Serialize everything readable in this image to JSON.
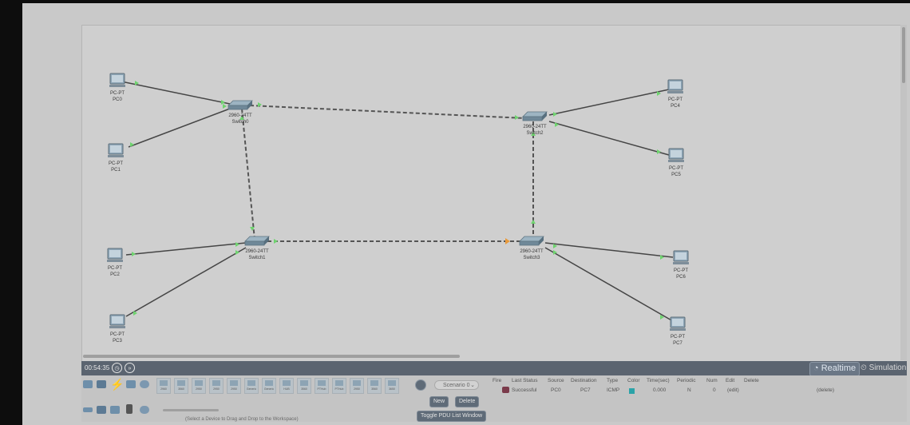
{
  "devices": {
    "pc0": {
      "model": "PC-PT",
      "name": "PC0"
    },
    "pc1": {
      "model": "PC-PT",
      "name": "PC1"
    },
    "pc2": {
      "model": "PC-PT",
      "name": "PC2"
    },
    "pc3": {
      "model": "PC-PT",
      "name": "PC3"
    },
    "pc4": {
      "model": "PC-PT",
      "name": "PC4"
    },
    "pc5": {
      "model": "PC-PT",
      "name": "PC5"
    },
    "pc6": {
      "model": "PC-PT",
      "name": "PC6"
    },
    "pc7": {
      "model": "PC-PT",
      "name": "PC7"
    },
    "switch0": {
      "model": "2960-24TT",
      "name": "Switch0"
    },
    "switch1": {
      "model": "2960-24TT",
      "name": "Switch1"
    },
    "switch2": {
      "model": "2960-24TT",
      "name": "Switch2"
    },
    "switch3": {
      "model": "2960-24TT",
      "name": "Switch3"
    }
  },
  "timebar": {
    "clock": "00:54:35",
    "realtime_label": "Realtime",
    "simulation_label": "Simulation"
  },
  "palette": {
    "status_hint": "(Select a Device to Drag and Drop to the Workspace)",
    "device_tiles": [
      "2960",
      "3560",
      "2950",
      "2950",
      "2950",
      "Generic",
      "Generic",
      "HUB",
      "3560",
      "PTHub",
      "PTHub",
      "2950",
      "3560",
      "3650"
    ]
  },
  "scenario": {
    "selected": "Scenario 0",
    "new_label": "New",
    "delete_label": "Delete",
    "toggle_label": "Toggle PDU List Window"
  },
  "pdu_table": {
    "headers": [
      "Fire",
      "Last Status",
      "Source",
      "Destination",
      "Type",
      "Color",
      "Time(sec)",
      "Periodic",
      "Num",
      "Edit",
      "Delete"
    ],
    "row": {
      "last_status": "Successful",
      "source": "PC0",
      "destination": "PC7",
      "type": "ICMP",
      "color": "#2ba3a8",
      "time": "0.000",
      "periodic": "N",
      "num": "0",
      "edit": "(edit)",
      "delete": "(delete)"
    }
  },
  "colors": {
    "accent": "#5b6470",
    "link_up": "#6fd36f",
    "link_pending": "#e89a3c"
  }
}
